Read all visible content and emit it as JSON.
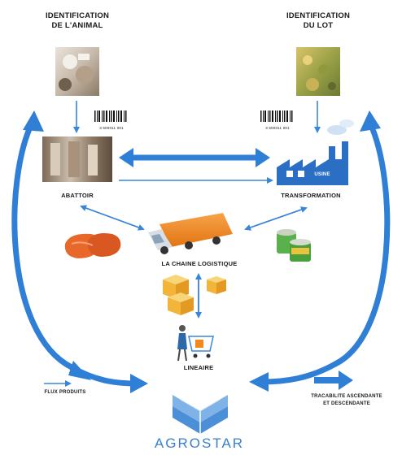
{
  "labels": {
    "animal_id_line1": "IDENTIFICATION",
    "animal_id_line2": "DE L'ANIMAL",
    "lot_id_line1": "IDENTIFICATION",
    "lot_id_line2": "DU LOT",
    "abattoir": "ABATTOIR",
    "transformation": "TRANSFORMATION",
    "usine": "USINE",
    "chaine": "LA CHAINE LOGISTIQUE",
    "lineaire": "LINEAIRE",
    "flux": "FLUX PRODUITS",
    "traca_line1": "TRACABILITE ASCENDANTE",
    "traca_line2": "ET DESCENDANTE",
    "barcode_left": "3 500011 001",
    "barcode_right": "3 500011 001",
    "brand": "AGROSTAR"
  },
  "colors": {
    "arrow_blue": "#2f7fd6",
    "thin_blue": "#3a86d9",
    "factory_blue": "#2b6fc4",
    "truck_orange": "#f08a1e",
    "meat_orange": "#e8682a",
    "box_yellow": "#f6c04a",
    "can_green": "#5ab04a"
  }
}
